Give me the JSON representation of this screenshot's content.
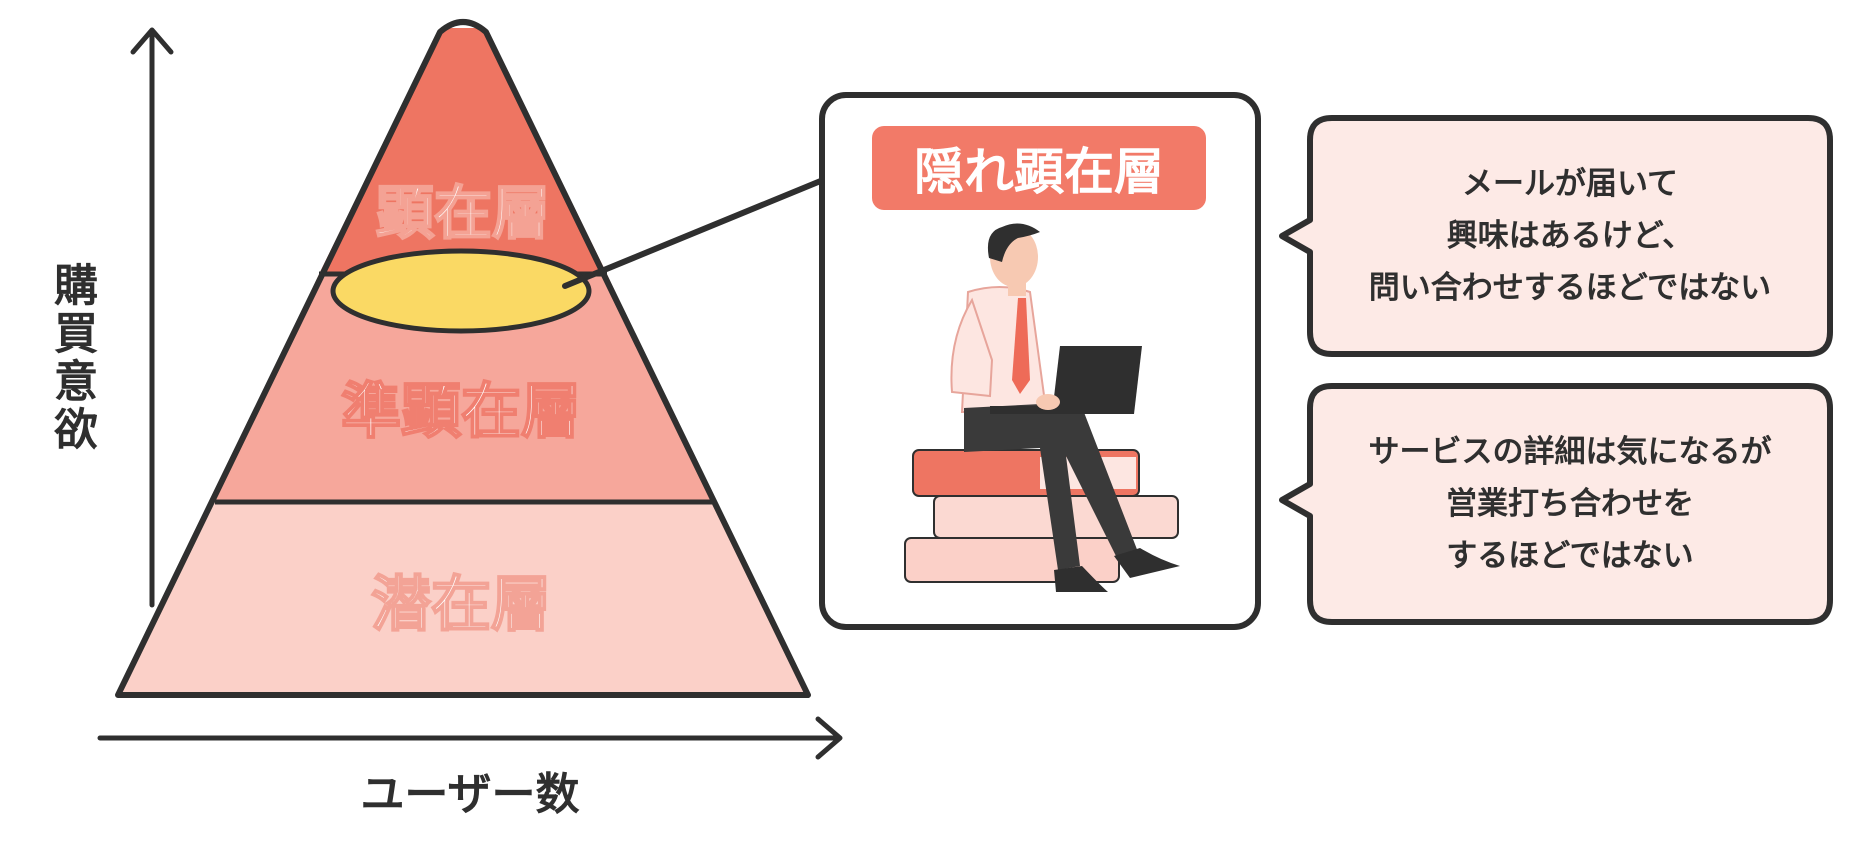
{
  "pyramid": {
    "layers": [
      {
        "label": "顕在層"
      },
      {
        "label": "準顕在層"
      },
      {
        "label": "潜在層"
      }
    ]
  },
  "axes": {
    "y_label": "購買意欲",
    "x_label": "ユーザー数"
  },
  "detail_card": {
    "title": "隠れ顕在層"
  },
  "bubbles": [
    {
      "text": "メールが届いて\n興味はあるけど、\n問い合わせするほどではない"
    },
    {
      "text": "サービスの詳細は気になるが\n営業打ち合わせを\nするほどではない"
    }
  ],
  "colors": {
    "top_layer": "#ee7562",
    "middle_layer": "#f6a79b",
    "bottom_layer": "#fbd0c8",
    "highlight_ellipse": "#fad964",
    "title_badge": "#f27a68",
    "bubble_fill": "#fdeae6",
    "outline": "#2f2f2f"
  }
}
